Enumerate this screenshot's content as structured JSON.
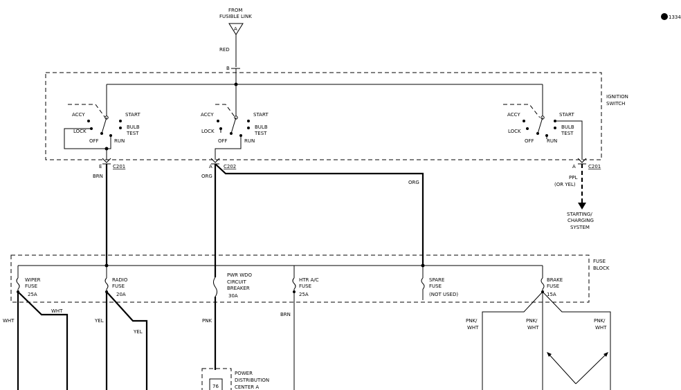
{
  "diagram_id": "1334",
  "source": {
    "line1": "FROM",
    "line2": "FUSIBLE LINK",
    "link_letter": "A",
    "wire_color": "RED",
    "terminal": "B"
  },
  "ignition_switch": {
    "line1": "IGNITION",
    "line2": "SWITCH"
  },
  "switch_labels": {
    "accy": "ACCY",
    "start": "START",
    "lock": "LOCK",
    "bulb": "BULB",
    "test": "TEST",
    "off": "OFF",
    "run": "RUN"
  },
  "connectors": {
    "left": {
      "terminal": "E",
      "id": "C201",
      "wire_color": "BRN"
    },
    "middle": {
      "terminal": "A",
      "id": "C202",
      "wire_color": "ORG",
      "branch_color": "ORG"
    },
    "right": {
      "terminal": "A",
      "id": "C201",
      "wire_color_line1": "PPL",
      "wire_color_line2": "(OR YEL)"
    }
  },
  "starting_charging": {
    "line1": "STARTING/",
    "line2": "CHARGING",
    "line3": "SYSTEM"
  },
  "fuse_block": {
    "line1": "FUSE",
    "line2": "BLOCK"
  },
  "fuses": {
    "wiper": {
      "line1": "WIPER",
      "line2": "FUSE",
      "rating": "25A"
    },
    "radio": {
      "line1": "RADIO",
      "line2": "FUSE",
      "rating": "20A"
    },
    "pwr_wdo": {
      "line1": "PWR WDO",
      "line2": "CIRCUIT",
      "line3": "BREAKER",
      "rating": "30A"
    },
    "htr": {
      "line1": "HTR A/C",
      "line2": "FUSE",
      "rating": "25A"
    },
    "spare": {
      "line1": "SPARE",
      "line2": "FUSE",
      "note": "(NOT USED)"
    },
    "brake": {
      "line1": "BRAKE",
      "line2": "FUSE",
      "rating": "15A"
    }
  },
  "wires": {
    "wht_1": "WHT",
    "wht_2": "WHT",
    "yel_1": "YEL",
    "yel_2": "YEL",
    "pnk": "PNK",
    "brn": "BRN",
    "pnk_wht_a1": "PNK/",
    "pnk_wht_a2": "WHT",
    "pnk_wht_b1": "PNK/",
    "pnk_wht_b2": "WHT",
    "pnk_wht_c1": "PNK/",
    "pnk_wht_c2": "WHT"
  },
  "power_distribution": {
    "line1": "POWER",
    "line2": "DISTRIBUTION",
    "line3": "CENTER A",
    "terminal": "76"
  }
}
